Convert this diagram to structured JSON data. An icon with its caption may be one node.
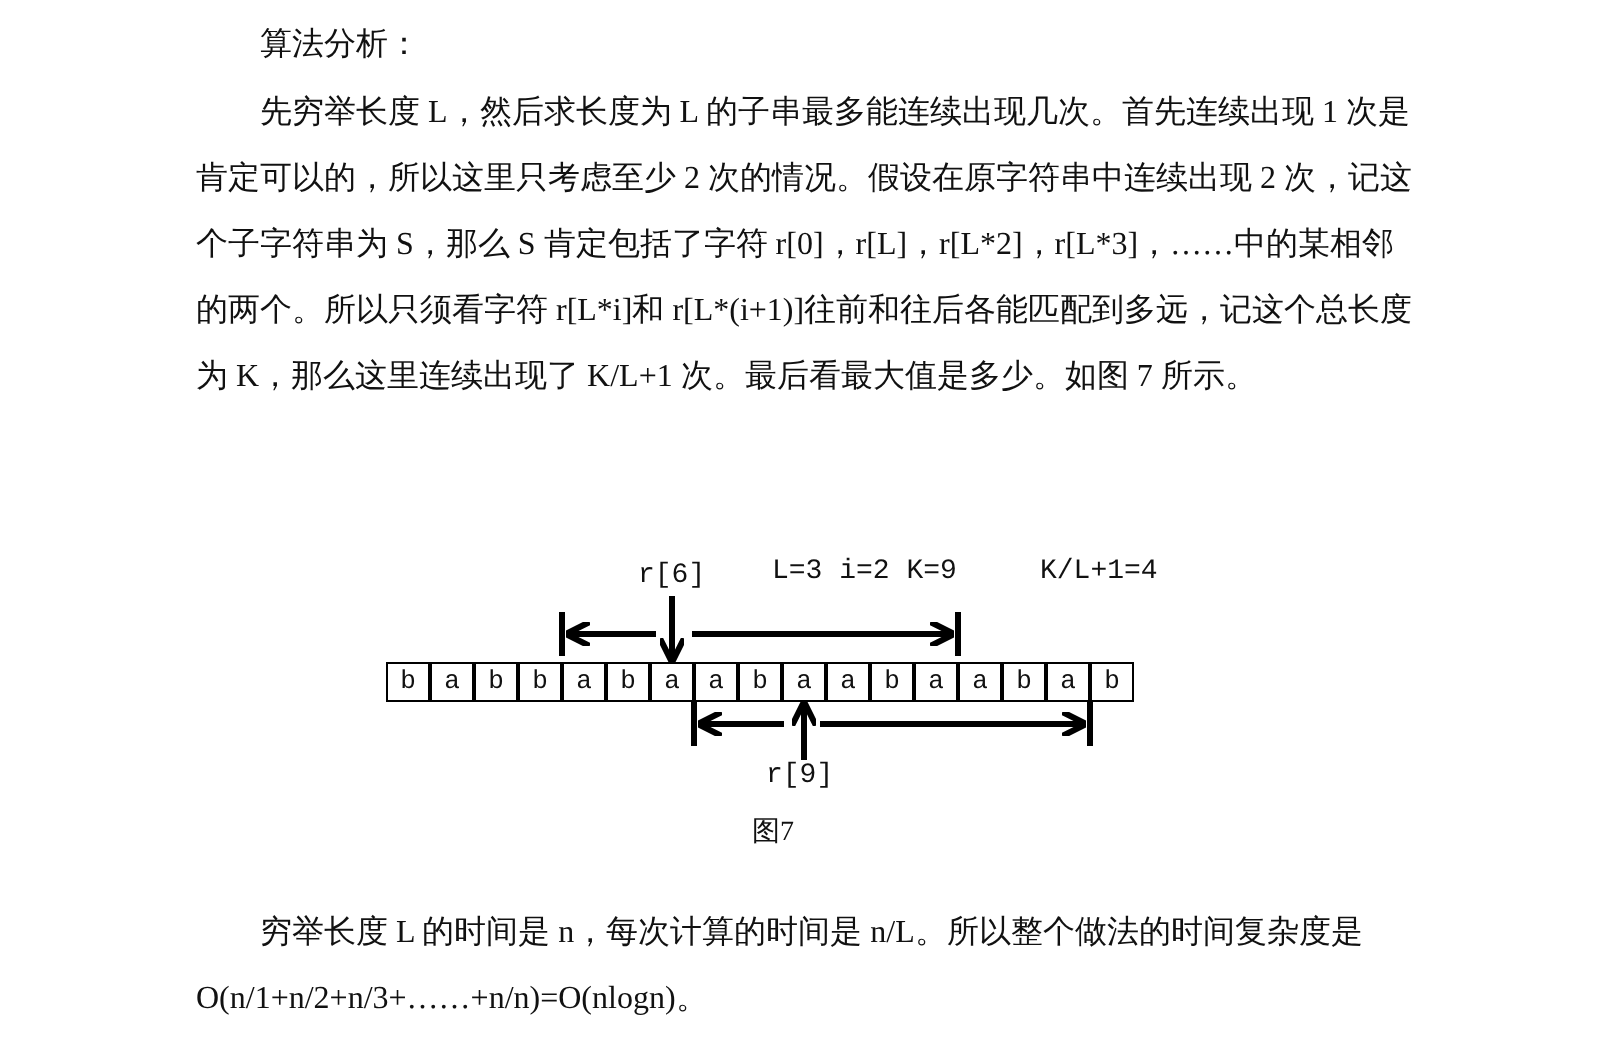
{
  "diagram": {
    "title": "算法分析：",
    "caption": "图7",
    "nodes": [
      {
        "text": [
          "r[6]"
        ]
      },
      {
        "text": [
          "b"
        ]
      },
      {
        "text": [
          "a"
        ]
      },
      {
        "text": [
          "b"
        ]
      },
      {
        "text": [
          "b"
        ]
      },
      {
        "text": [
          "a"
        ]
      },
      {
        "text": [
          "b"
        ]
      },
      {
        "text": [
          "a"
        ]
      },
      {
        "text": [
          "a"
        ]
      },
      {
        "text": [
          "b"
        ]
      },
      {
        "text": [
          "a"
        ]
      },
      {
        "text": [
          "a"
        ]
      },
      {
        "text": [
          "b"
        ]
      },
      {
        "text": [
          "a"
        ]
      },
      {
        "text": [
          "a"
        ]
      },
      {
        "text": [
          "b"
        ]
      },
      {
        "text": [
          "a"
        ]
      },
      {
        "text": [
          "b"
        ]
      },
      {
        "text": [
          "r[9]"
        ]
      }
    ],
    "edges": [
      {
        "from": 0,
        "to": 7,
        "arrow": "to"
      },
      {
        "from": 18,
        "to": 10,
        "arrow": "to"
      }
    ],
    "labels": [
      "先穷举长度 L，然后求长度为 L 的子串最多能连续出现几次。首先连续出现 1 次是肯定可以的，所以这里只考虑至少 2 次的情况。假设在原字符串中连续出现 2 次，记这个子字符串为 S，那么 S 肯定包括了字符 r[0]，r[L]，r[L*2]，r[L*3]，……中的某相邻的两个。所以只须看字符 r[L*i]和 r[L*(i+1)]往前和往后各能匹配到多远，记这个总长度为 K，那么这里连续出现了 K/L+1 次。最后看最大值是多少。如图 7 所示。",
      "L=3 i=2 K=9",
      "K/L+1=4",
      "穷举长度 L 的时间是 n，每次计算的时间是 n/L。所以整个做法的时间复杂度是 O(n/1+n/2+n/3+……+n/n)=O(nlogn)。"
    ]
  }
}
